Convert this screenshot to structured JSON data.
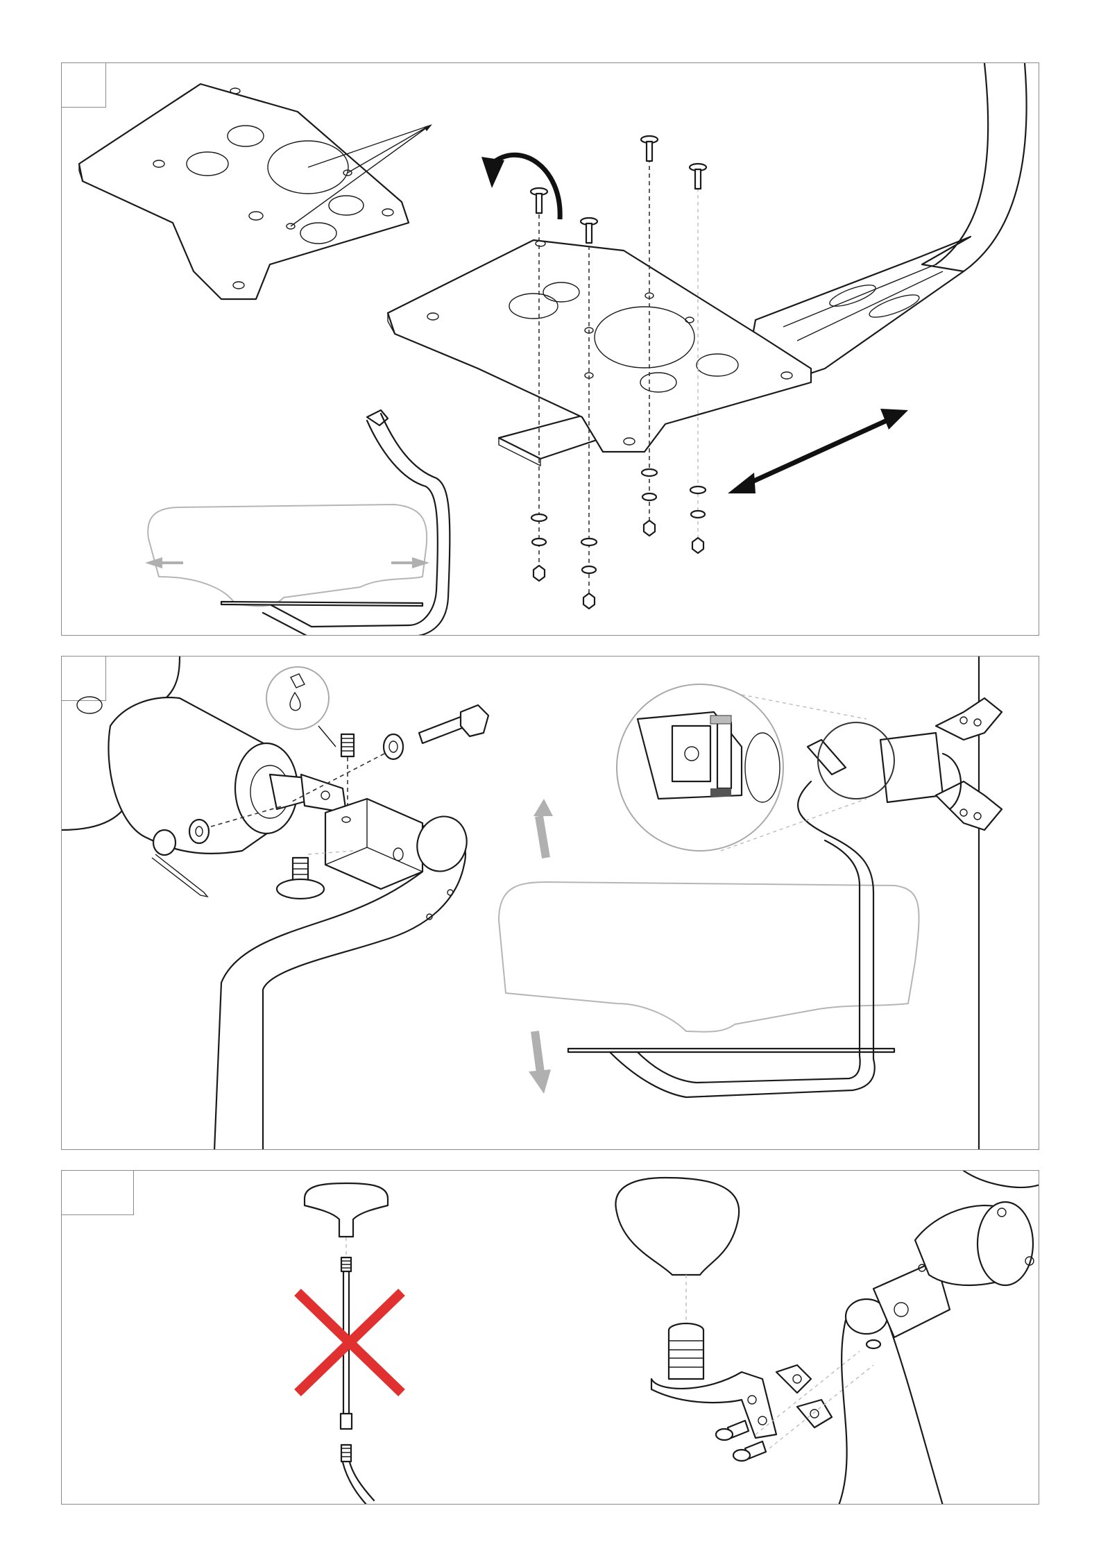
{
  "figure": {
    "panels": [
      {
        "id": "panel-1",
        "contents": [
          "mounting-plate",
          "carriage-bolts",
          "washers",
          "nuts",
          "rotate-arrow",
          "slide-arrow",
          "seat-bracket"
        ]
      },
      {
        "id": "panel-2",
        "contents": [
          "gearbox-shaft",
          "clamp-block",
          "bolt",
          "washers",
          "castle-nut",
          "cotter-pin",
          "grease-drop",
          "adjust-arrows",
          "zoom-callout"
        ]
      },
      {
        "id": "panel-3",
        "contents": [
          "knob",
          "threaded-rod",
          "prohibition-cross",
          "knob-adapter",
          "screws",
          "bracket-arm"
        ]
      }
    ],
    "colors": {
      "line": "#1a1a1a",
      "border": "#8a8a8a",
      "hint_arrow": "#b0b0b0",
      "prohibition": "#e03030"
    },
    "icons": [
      "curved-rotate-arrow-icon",
      "double-arrow-icon",
      "grease-drop-icon",
      "up-arrow-icon",
      "down-arrow-icon",
      "red-cross-icon"
    ]
  }
}
